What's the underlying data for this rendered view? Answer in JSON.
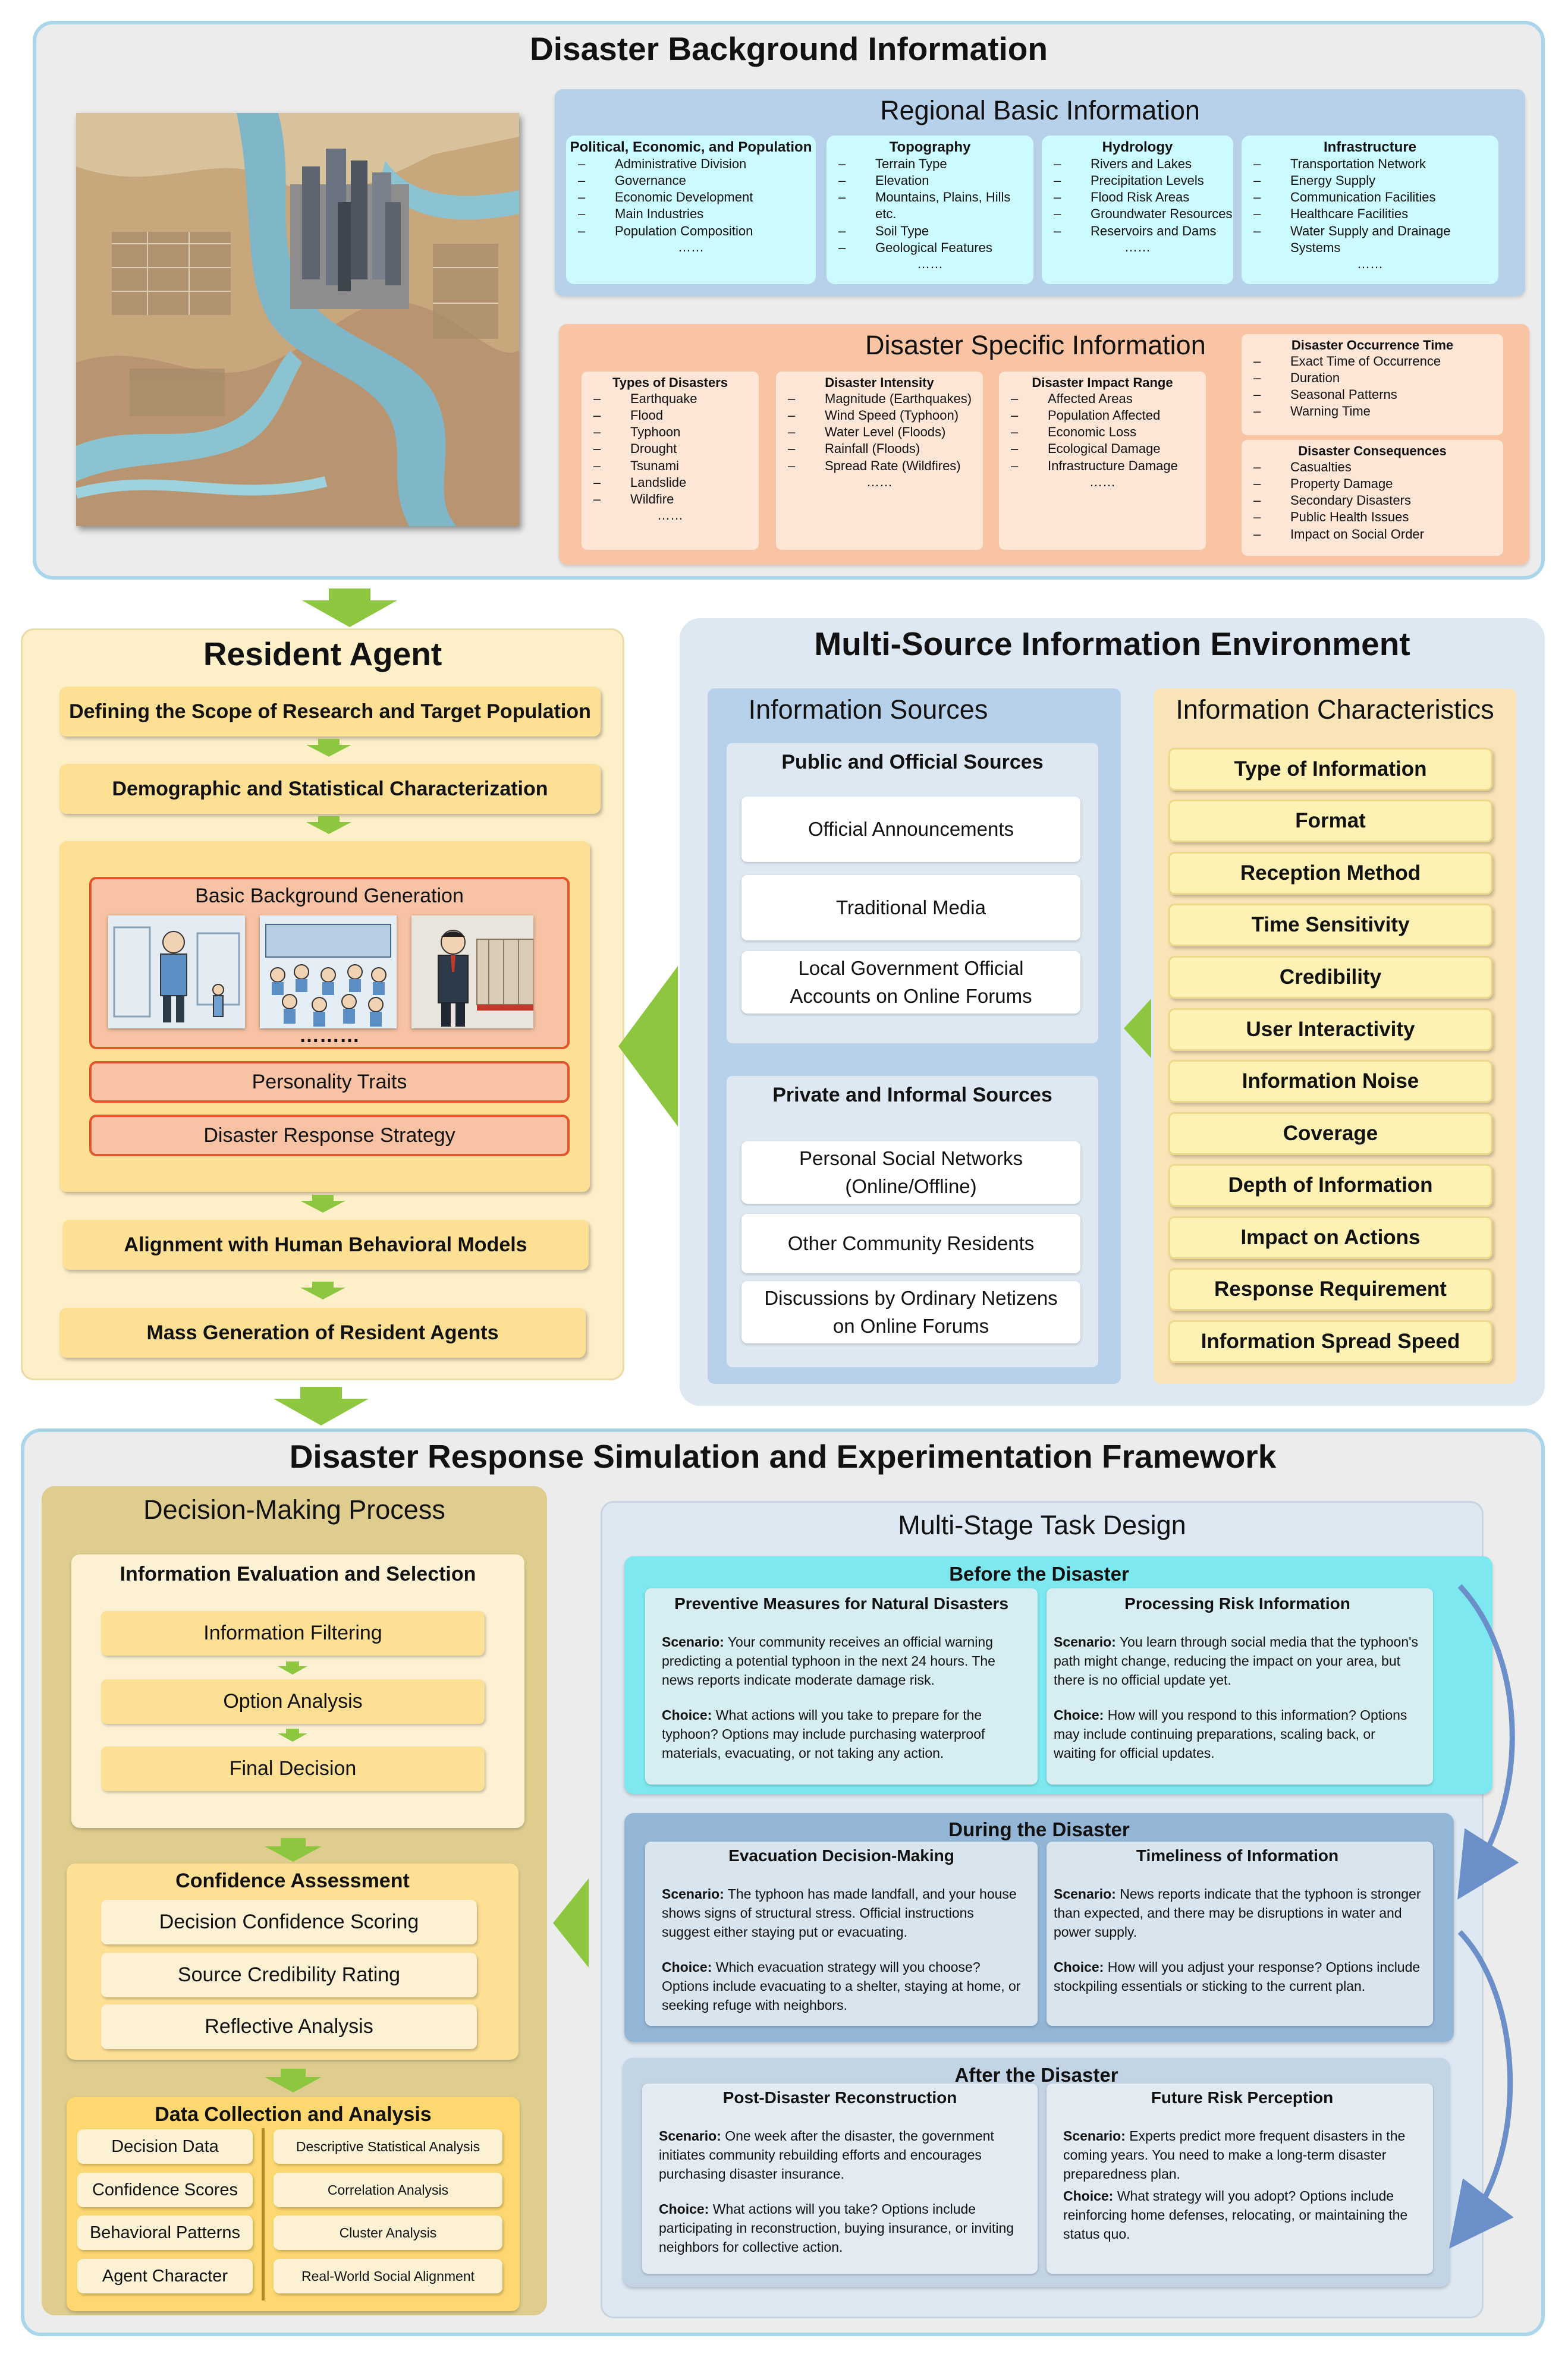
{
  "background": {
    "title": "Disaster Background Information",
    "regional": {
      "title": "Regional Basic Information",
      "columns": [
        {
          "title": "Political, Economic, and Population",
          "items": [
            "Administrative Division",
            "Governance",
            "Economic Development",
            "Main Industries",
            "Population Composition"
          ],
          "more": "……"
        },
        {
          "title": "Topography",
          "items": [
            "Terrain Type",
            "Elevation",
            "Mountains, Plains, Hills etc.",
            "Soil Type",
            "Geological Features"
          ],
          "more": "……"
        },
        {
          "title": "Hydrology",
          "items": [
            "Rivers and Lakes",
            "Precipitation Levels",
            "Flood Risk Areas",
            "Groundwater Resources",
            "Reservoirs and Dams"
          ],
          "more": "……"
        },
        {
          "title": "Infrastructure",
          "items": [
            "Transportation Network",
            "Energy Supply",
            "Communication Facilities",
            "Healthcare Facilities",
            "Water Supply and Drainage Systems"
          ],
          "more": "……"
        }
      ]
    },
    "specific": {
      "title": "Disaster Specific Information",
      "columns": [
        {
          "title": "Types of Disasters",
          "items": [
            "Earthquake",
            "Flood",
            "Typhoon",
            "Drought",
            "Tsunami",
            "Landslide",
            "Wildfire"
          ],
          "more": "……"
        },
        {
          "title": "Disaster Intensity",
          "items": [
            "Magnitude (Earthquakes)",
            "Wind Speed (Typhoon)",
            "Water Level (Floods)",
            "Rainfall (Floods)",
            "Spread Rate (Wildfires)"
          ],
          "more": "……"
        },
        {
          "title": "Disaster Impact Range",
          "items": [
            "Affected Areas",
            "Population Affected",
            "Economic Loss",
            "Ecological Damage",
            "Infrastructure Damage"
          ],
          "more": "……"
        }
      ],
      "occurrence": {
        "title": "Disaster Occurrence Time",
        "items": [
          "Exact Time of Occurrence",
          "Duration",
          "Seasonal Patterns",
          "Warning Time"
        ]
      },
      "consequences": {
        "title": "Disaster Consequences",
        "items": [
          "Casualties",
          "Property Damage",
          "Secondary Disasters",
          "Public Health Issues",
          "Impact on Social Order"
        ]
      }
    }
  },
  "resident": {
    "title": "Resident Agent",
    "steps": [
      "Defining the Scope of Research and Target Population",
      "Demographic and Statistical Characterization",
      "Alignment with Human Behavioral Models",
      "Mass Generation of Resident Agents"
    ],
    "background_gen": "Basic Background Generation",
    "ellipsis": "………",
    "traits": "Personality Traits",
    "strategy": "Disaster Response Strategy"
  },
  "info_env": {
    "title": "Multi-Source Information Environment",
    "sources_title": "Information Sources",
    "public_title": "Public and Official Sources",
    "public": [
      "Official Announcements",
      "Traditional Media",
      "Local Government Official Accounts on Online Forums"
    ],
    "private_title": "Private and Informal Sources",
    "private": [
      "Personal Social Networks (Online/Offline)",
      "Other Community Residents",
      "Discussions by Ordinary Netizens on Online Forums"
    ],
    "char_title": "Information Characteristics",
    "characteristics": [
      "Type of Information",
      "Format",
      "Reception Method",
      "Time Sensitivity",
      "Credibility",
      "User Interactivity",
      "Information Noise",
      "Coverage",
      "Depth of Information",
      "Impact on Actions",
      "Response Requirement",
      "Information Spread Speed"
    ]
  },
  "framework": {
    "title": "Disaster Response Simulation and Experimentation Framework",
    "decision": {
      "title": "Decision-Making Process",
      "eval_title": "Information Evaluation and Selection",
      "eval_steps": [
        "Information Filtering",
        "Option Analysis",
        "Final Decision"
      ],
      "conf_title": "Confidence Assessment",
      "conf_steps": [
        "Decision Confidence Scoring",
        "Source Credibility Rating",
        "Reflective Analysis"
      ],
      "data_title": "Data Collection and Analysis",
      "data_left": [
        "Decision Data",
        "Confidence Scores",
        "Behavioral Patterns",
        "Agent Character"
      ],
      "data_right": [
        "Descriptive Statistical Analysis",
        "Correlation Analysis",
        "Cluster Analysis",
        "Real-World Social Alignment"
      ]
    },
    "tasks": {
      "title": "Multi-Stage Task Design",
      "scenario_label": "Scenario:",
      "choice_label": "Choice:",
      "stages": [
        {
          "name": "Before the Disaster",
          "tasks": [
            {
              "title": "Preventive Measures for Natural Disasters",
              "scenario": "Your community receives an official warning predicting a potential typhoon in the next 24 hours. The news reports indicate moderate damage risk.",
              "choice": "What actions will you take to prepare for the typhoon? Options may include purchasing waterproof materials, evacuating, or not taking any action."
            },
            {
              "title": "Processing Risk Information",
              "scenario": "You learn through social media that the typhoon's path might change, reducing the impact on your area, but there is no official update yet.",
              "choice": "How will you respond to this information? Options may include continuing preparations, scaling back, or waiting for official updates."
            }
          ]
        },
        {
          "name": "During the Disaster",
          "tasks": [
            {
              "title": "Evacuation Decision-Making",
              "scenario": "The typhoon has made landfall, and your house shows signs of structural stress. Official instructions suggest either staying put or evacuating.",
              "choice": "Which evacuation strategy will you choose? Options include evacuating to a shelter, staying at home, or seeking refuge with neighbors."
            },
            {
              "title": "Timeliness of Information",
              "scenario": "News reports indicate that the typhoon is stronger than expected, and there may be disruptions in water and power supply.",
              "choice": "How will you adjust your response? Options include stockpiling essentials or sticking to the current plan."
            }
          ]
        },
        {
          "name": "After the Disaster",
          "tasks": [
            {
              "title": "Post-Disaster Reconstruction",
              "scenario": "One week after the disaster, the government initiates community rebuilding efforts and encourages purchasing disaster insurance.",
              "choice": "What actions will you take? Options include participating in reconstruction, buying insurance, or inviting neighbors for collective action."
            },
            {
              "title": "Future Risk Perception",
              "scenario": "Experts predict more frequent disasters in the coming years. You need to make a long-term disaster preparedness plan.",
              "choice": "What strategy will you adopt? Options include reinforcing home defenses, relocating, or maintaining the status quo."
            }
          ]
        }
      ]
    }
  }
}
